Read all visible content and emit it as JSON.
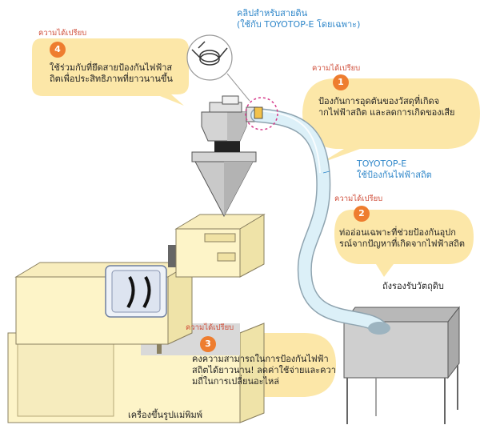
{
  "clip": {
    "title": "คลิปสำหรับสายดิน",
    "subtitle": "(ใช้กับ TOYOTOP-E โดยเฉพาะ)"
  },
  "hose_label": {
    "line1": "TOYOTOP-E",
    "line2": "ใช้ป้องกันไฟฟ้าสถิต"
  },
  "advantages": [
    {
      "label": "ความได้เปรียบ",
      "number": "1",
      "line1": "ป้องกันการอุดตันของวัสดุที่เกิดจ",
      "line2": "ากไฟฟ้าสถิต และลดการเกิดของเสีย"
    },
    {
      "label": "ความได้เปรียบ",
      "number": "2",
      "line1": "ท่ออ่อนเฉพาะที่ช่วยป้องกันอุปก",
      "line2": "รณ์จากปัญหาที่เกิดจากไฟฟ้าสถิต"
    },
    {
      "label": "ความได้เปรียบ",
      "number": "3",
      "line1": "คงความสามารถในการป้องกันไฟฟ้า",
      "line2": "สถิตได้ยาวนาน! ลดค่าใช้จ่ายและควา",
      "line3": "มถี่ในการเปลี่ยนอะไหล่"
    },
    {
      "label": "ความได้เปรียบ",
      "number": "4",
      "line1": "ใช้ร่วมกับที่ยึดสายป้องกันไฟฟ้าส",
      "line2": "ถิตเพื่อประสิทธิภาพที่ยาวนานขึ้น"
    }
  ],
  "captions": {
    "hopper": "ถังรองรับวัตถุดิบ",
    "machine": "เครื่องขึ้นรูปแม่พิมพ์"
  },
  "colors": {
    "bubble": "#fce7a8",
    "accent": "#ee7d2f",
    "advantage_label": "#d0503c",
    "blue_text": "#2e86c9",
    "machine_body": "#fdf4c8",
    "hose": "#d8eef8",
    "dashed_circle": "#d63a8a"
  }
}
